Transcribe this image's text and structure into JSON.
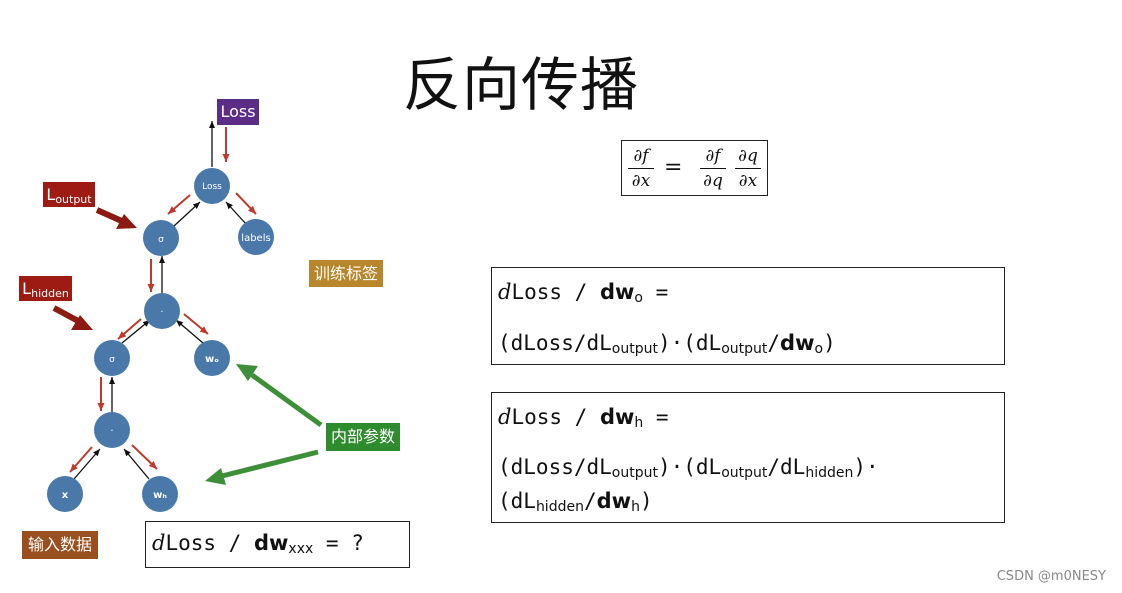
{
  "title": "反向传播",
  "colors": {
    "node_fill": "#4a78a8",
    "forward_arrow": "#111111",
    "backward_arrow": "#c0392b",
    "tag_loss": "#5b2d86",
    "tag_red": "#9e1b14",
    "tag_brown_label": "#b8862b",
    "tag_green": "#2e8b2e",
    "tag_input": "#9a4f1f",
    "big_arrow_red": "#8b1a12",
    "big_arrow_green": "#3f8f3a"
  },
  "nodes": {
    "loss": "Loss",
    "labels": "labels",
    "sigma_top": "σ",
    "dot_mid": "·",
    "w_o": "wₒ",
    "sigma_mid": "σ",
    "dot_low": "·",
    "x": "x",
    "w_h": "wₕ"
  },
  "tags": {
    "loss": "Loss",
    "l_output_main": "L",
    "l_output_sub": "output",
    "l_hidden_main": "L",
    "l_hidden_sub": "hidden",
    "training_labels": "训练标签",
    "internal_params": "内部参数",
    "input_data": "输入数据"
  },
  "chain_rule": {
    "lhs_num": "∂f",
    "lhs_den": "∂x",
    "eq": "=",
    "r1_num": "∂f",
    "r1_den": "∂q",
    "r2_num": "∂q",
    "r2_den": "∂x"
  },
  "formula1": {
    "d": "d",
    "loss_over": "Loss / ",
    "dw": "dw",
    "sub_o": "o",
    "eq": " =",
    "l2_open": "(dLoss/dL",
    "l2_sub1": "output",
    "l2_mid": ")·(dL",
    "l2_sub2": "output",
    "l2_slash": "/",
    "l2_dw": "dw",
    "l2_sub3": "o",
    "l2_close": ")"
  },
  "formula2": {
    "d": "d",
    "loss_over": "Loss / ",
    "dw": "dw",
    "sub_h": "h",
    "eq": " =",
    "l2_open": "(dLoss/dL",
    "l2_sub1": "output",
    "l2_mid": ")·(dL",
    "l2_sub2": "output",
    "l2_slash": "/dL",
    "l2_sub3": "hidden",
    "l2_close": ")·",
    "l3_open": "(dL",
    "l3_sub1": "hidden",
    "l3_slash": "/",
    "l3_dw": "dw",
    "l3_sub2": "h",
    "l3_close": ")"
  },
  "formula3": {
    "d": "d",
    "loss_over": "Loss / ",
    "dw": "dw",
    "sub": "xxx",
    "tail": " = ?"
  },
  "watermark": "CSDN @m0NESY"
}
